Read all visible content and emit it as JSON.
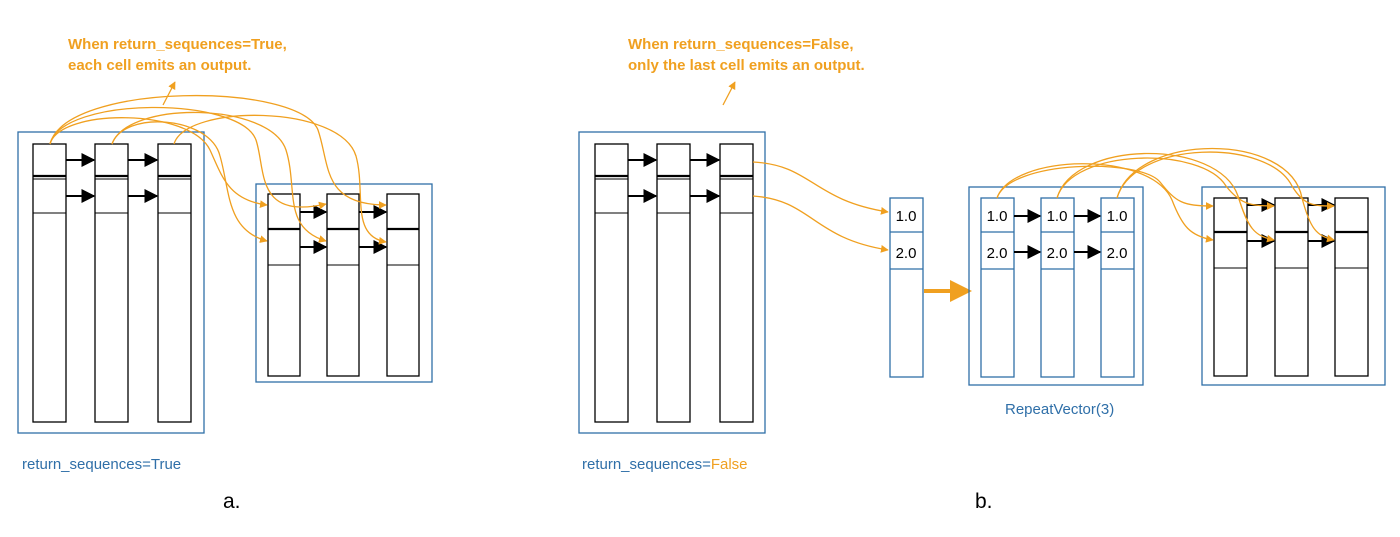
{
  "colors": {
    "frame": "#2f6fa8",
    "accent": "#f0a020",
    "line": "#000000"
  },
  "panel_a": {
    "note_line1": "When return_sequences=True,",
    "note_line2": "each cell emits an output.",
    "caption": "return_sequences=True",
    "label": "a."
  },
  "panel_b": {
    "note_line1": "When return_sequences=False,",
    "note_line2": "only the last cell emits an output.",
    "caption_prefix": "return_sequences=",
    "caption_value": "False",
    "label": "b.",
    "output_vector": [
      "1.0",
      "2.0"
    ],
    "repeat_caption": "RepeatVector(3)",
    "repeat_cells": [
      [
        "1.0",
        "1.0",
        "1.0"
      ],
      [
        "2.0",
        "2.0",
        "2.0"
      ]
    ]
  }
}
